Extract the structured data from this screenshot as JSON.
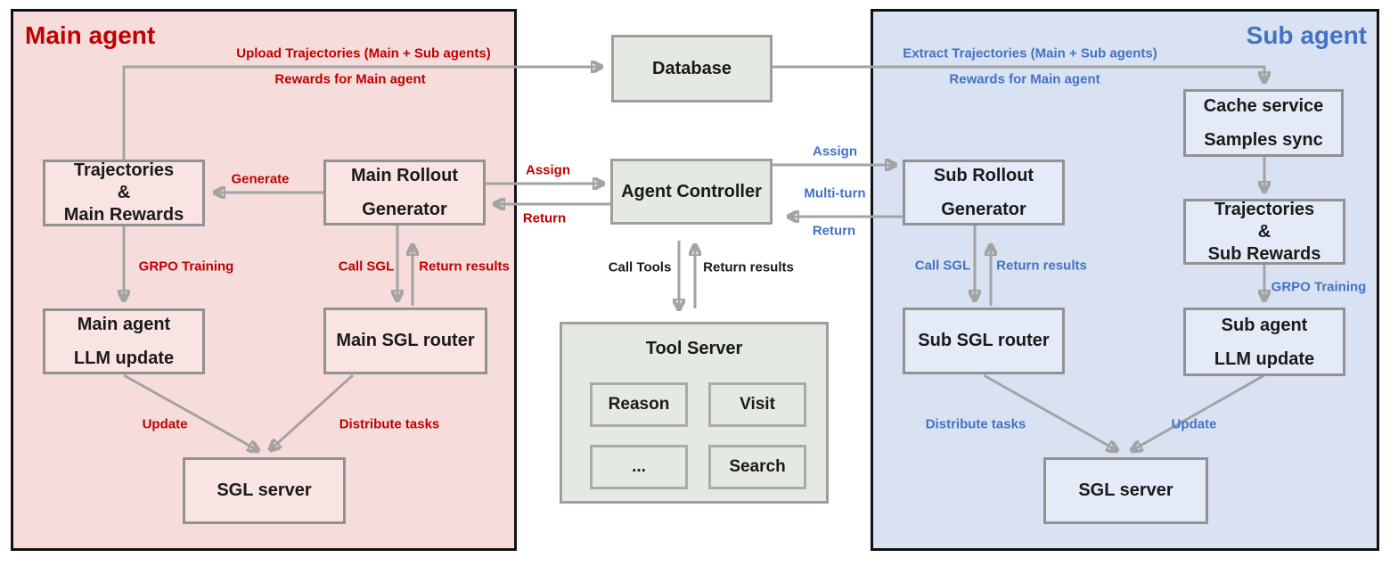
{
  "colors": {
    "main_accent": "#c00000",
    "sub_accent": "#4472c4",
    "main_panel_bg": "#f7dcdc",
    "sub_panel_bg": "#d9e2f2",
    "middle_box_bg": "#e4e9e1",
    "arrow_gray": "#a3a3a3"
  },
  "main": {
    "title": "Main agent",
    "nodes": {
      "trajectories": "Trajectories\n&\nMain Rewards",
      "rollout": "Main Rollout\nGenerator",
      "llm_update": "Main agent\nLLM update",
      "sgl_router": "Main SGL router",
      "sgl_server": "SGL server"
    },
    "labels": {
      "upload": "Upload Trajectories (Main + Sub agents)",
      "rewards": "Rewards for Main agent",
      "generate": "Generate",
      "grpo": "GRPO Training",
      "call_sgl": "Call SGL",
      "return_results": "Return results",
      "assign": "Assign",
      "return": "Return",
      "update": "Update",
      "distribute": "Distribute tasks"
    }
  },
  "middle": {
    "database": "Database",
    "controller": "Agent Controller",
    "tool_server": "Tool Server",
    "tools": [
      "Reason",
      "Visit",
      "...",
      "Search"
    ],
    "labels": {
      "call_tools": "Call Tools",
      "return_results": "Return results",
      "assign": "Assign",
      "multi_turn": "Multi-turn",
      "return": "Return"
    }
  },
  "sub": {
    "title": "Sub agent",
    "nodes": {
      "cache": "Cache service\nSamples sync",
      "rollout": "Sub Rollout\nGenerator",
      "trajectories": "Trajectories\n&\nSub Rewards",
      "sgl_router": "Sub SGL router",
      "llm_update": "Sub agent\nLLM update",
      "sgl_server": "SGL server"
    },
    "labels": {
      "extract": "Extract Trajectories (Main + Sub agents)",
      "rewards": "Rewards for Main agent",
      "assign": "Assign",
      "multi_turn": "Multi-turn",
      "return": "Return",
      "call_sgl": "Call SGL",
      "return_results": "Return results",
      "grpo": "GRPO Training",
      "distribute": "Distribute tasks",
      "update": "Update"
    }
  }
}
